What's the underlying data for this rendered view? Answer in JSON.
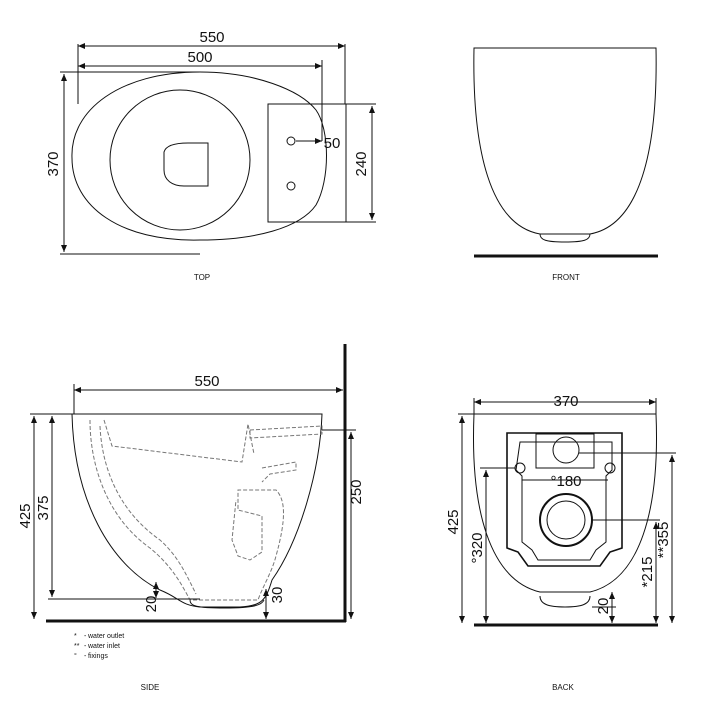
{
  "views": {
    "top": {
      "caption": "TOP",
      "dims": {
        "length": "550",
        "inner_length": "500",
        "width": "370",
        "inlet": "50",
        "frame_height": "240"
      }
    },
    "front": {
      "caption": "FRONT"
    },
    "side": {
      "caption": "SIDE",
      "dims": {
        "length": "550",
        "height_total": "425",
        "height_rim": "375",
        "pipe_height": "250",
        "bottom_offset": "20",
        "outlet_offset": "30"
      }
    },
    "back": {
      "caption": "BACK",
      "dims": {
        "width": "370",
        "height_total": "425",
        "fixing_height": "°320",
        "fixing_spacing": "°180",
        "outlet_height": "*215",
        "inlet_height": "**355",
        "bottom_offset": "20"
      }
    }
  },
  "legend": [
    {
      "symbol": "*",
      "label": "water outlet"
    },
    {
      "symbol": "**",
      "label": "water inlet"
    },
    {
      "symbol": "°",
      "label": "fixings"
    }
  ]
}
